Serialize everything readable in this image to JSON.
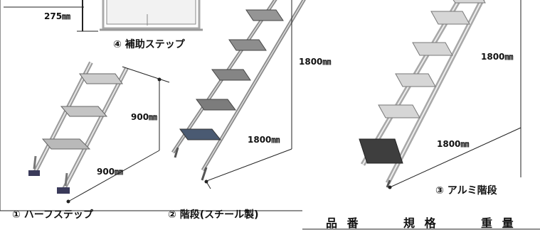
{
  "product_labels": {
    "half_step": "① ハーフステップ",
    "steel_stairs": "② 階段(スチール製)",
    "aluminum_stairs": "③ アルミ階段",
    "aux_step": "④ 補助ステップ"
  },
  "dimensions": {
    "aux_step_height": "275㎜",
    "half_step_height": "900㎜",
    "half_step_depth": "900㎜",
    "steel_height": "1800㎜",
    "steel_depth": "1800㎜",
    "aluminum_height": "1800㎜",
    "aluminum_depth": "1800㎜"
  },
  "table_header": {
    "col_item_no": "品 番",
    "col_spec": "規 格",
    "col_weight": "重 量"
  }
}
